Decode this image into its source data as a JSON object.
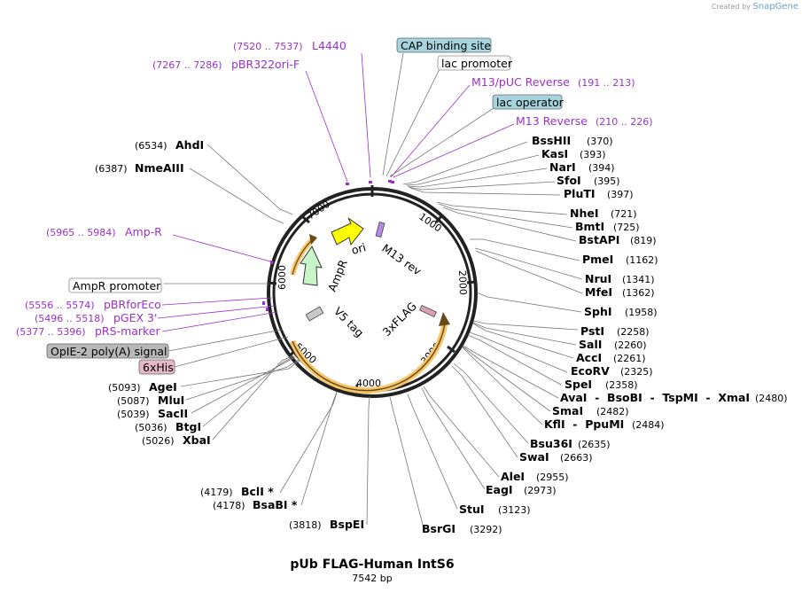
{
  "credit": {
    "prefix": "Created by",
    "brand": "SnapGene"
  },
  "plasmid": {
    "name": "pUb FLAG-Human IntS6",
    "size": "7542 bp"
  },
  "ring_ticks": [
    "1000",
    "2000",
    "3000",
    "4000",
    "5000",
    "6000",
    "7000"
  ],
  "enzymes_right": [
    {
      "name": "BssHII",
      "pos": "(370)"
    },
    {
      "name": "KasI",
      "pos": "(393)"
    },
    {
      "name": "NarI",
      "pos": "(394)"
    },
    {
      "name": "SfoI",
      "pos": "(395)"
    },
    {
      "name": "PluTI",
      "pos": "(397)"
    },
    {
      "name": "NheI",
      "pos": "(721)"
    },
    {
      "name": "BmtI",
      "pos": "(725)"
    },
    {
      "name": "BstAPI",
      "pos": "(819)"
    },
    {
      "name": "PmeI",
      "pos": "(1162)"
    },
    {
      "name": "NruI",
      "pos": "(1341)"
    },
    {
      "name": "MfeI",
      "pos": "(1362)"
    },
    {
      "name": "SphI",
      "pos": "(1958)"
    },
    {
      "name": "PstI",
      "pos": "(2258)"
    },
    {
      "name": "SalI",
      "pos": "(2260)"
    },
    {
      "name": "AccI",
      "pos": "(2261)"
    },
    {
      "name": "EcoRV",
      "pos": "(2325)"
    },
    {
      "name": "SpeI",
      "pos": "(2358)"
    },
    {
      "name": "AvaI  -  BsoBI  -  TspMI  -  XmaI",
      "pos": "(2480)"
    },
    {
      "name": "SmaI",
      "pos": "(2482)"
    },
    {
      "name": "KflI  -  PpuMI",
      "pos": "(2484)"
    },
    {
      "name": "Bsu36I",
      "pos": "(2635)"
    },
    {
      "name": "SwaI",
      "pos": "(2663)"
    },
    {
      "name": "AleI",
      "pos": "(2955)"
    },
    {
      "name": "EagI",
      "pos": "(2973)"
    },
    {
      "name": "StuI",
      "pos": "(3123)"
    },
    {
      "name": "BsrGI",
      "pos": "(3292)"
    }
  ],
  "enzymes_left": [
    {
      "name": "AhdI",
      "pos": "(6534)"
    },
    {
      "name": "NmeAIII",
      "pos": "(6387)"
    },
    {
      "name": "AgeI",
      "pos": "(5093)"
    },
    {
      "name": "MluI",
      "pos": "(5087)"
    },
    {
      "name": "SacII",
      "pos": "(5039)"
    },
    {
      "name": "BtgI",
      "pos": "(5036)"
    },
    {
      "name": "XbaI",
      "pos": "(5026)"
    },
    {
      "name": "BclI *",
      "pos": "(4179)"
    },
    {
      "name": "BsaBI *",
      "pos": "(4178)"
    },
    {
      "name": "BspEI",
      "pos": "(3818)"
    }
  ],
  "features_top": [
    {
      "name": "L4440",
      "pos": "(7520 .. 7537)"
    },
    {
      "name": "pBR322ori-F",
      "pos": "(7267 .. 7286)"
    },
    {
      "name": "M13/pUC Reverse",
      "pos": "(191 .. 213)"
    },
    {
      "name": "M13 Reverse",
      "pos": "(210 .. 226)"
    }
  ],
  "features_left": [
    {
      "name": "Amp-R",
      "pos": "(5965 .. 5984)"
    },
    {
      "name": "pBRforEco",
      "pos": "(5556 .. 5574)"
    },
    {
      "name": "pGEX 3'",
      "pos": "(5496 .. 5518)"
    },
    {
      "name": "pRS-marker",
      "pos": "(5377 .. 5396)"
    }
  ],
  "boxed": {
    "cap": "CAP binding site",
    "lacpro": "lac promoter",
    "lacop": "lac operator",
    "amppro": "AmpR promoter",
    "opie": "OpIE-2 poly(A) signal",
    "his": "6xHis"
  },
  "inner_labels": {
    "ori": "ori",
    "m13rev": "M13 rev",
    "ampr": "AmpR",
    "flag": "3xFLAG",
    "v5": "V5 tag"
  },
  "colors": {
    "primer": "#9b30c7",
    "cap_fill": "#a6d4de",
    "opie_fill": "#b8b8b8",
    "his_fill": "#e5b8c6",
    "ori_arrow": "#ffff00",
    "ampr_arrow": "#c8f5c8",
    "cds_highlight": "#f5c66a"
  }
}
